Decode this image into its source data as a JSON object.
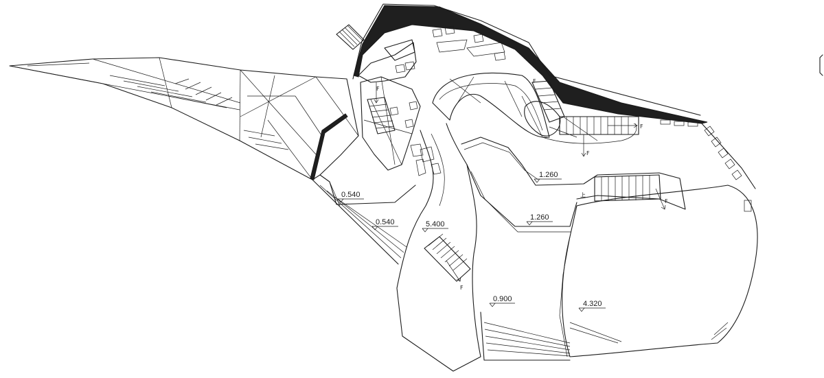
{
  "levels": [
    {
      "id": "a",
      "value": "1.260"
    },
    {
      "id": "b",
      "value": "0.540"
    },
    {
      "id": "c",
      "value": "0.540"
    },
    {
      "id": "d",
      "value": "5.400"
    },
    {
      "id": "e",
      "value": "1.260"
    },
    {
      "id": "f",
      "value": "0.900"
    },
    {
      "id": "g",
      "value": "4.320"
    }
  ],
  "stair_marks": {
    "down": "F",
    "up": "上"
  }
}
